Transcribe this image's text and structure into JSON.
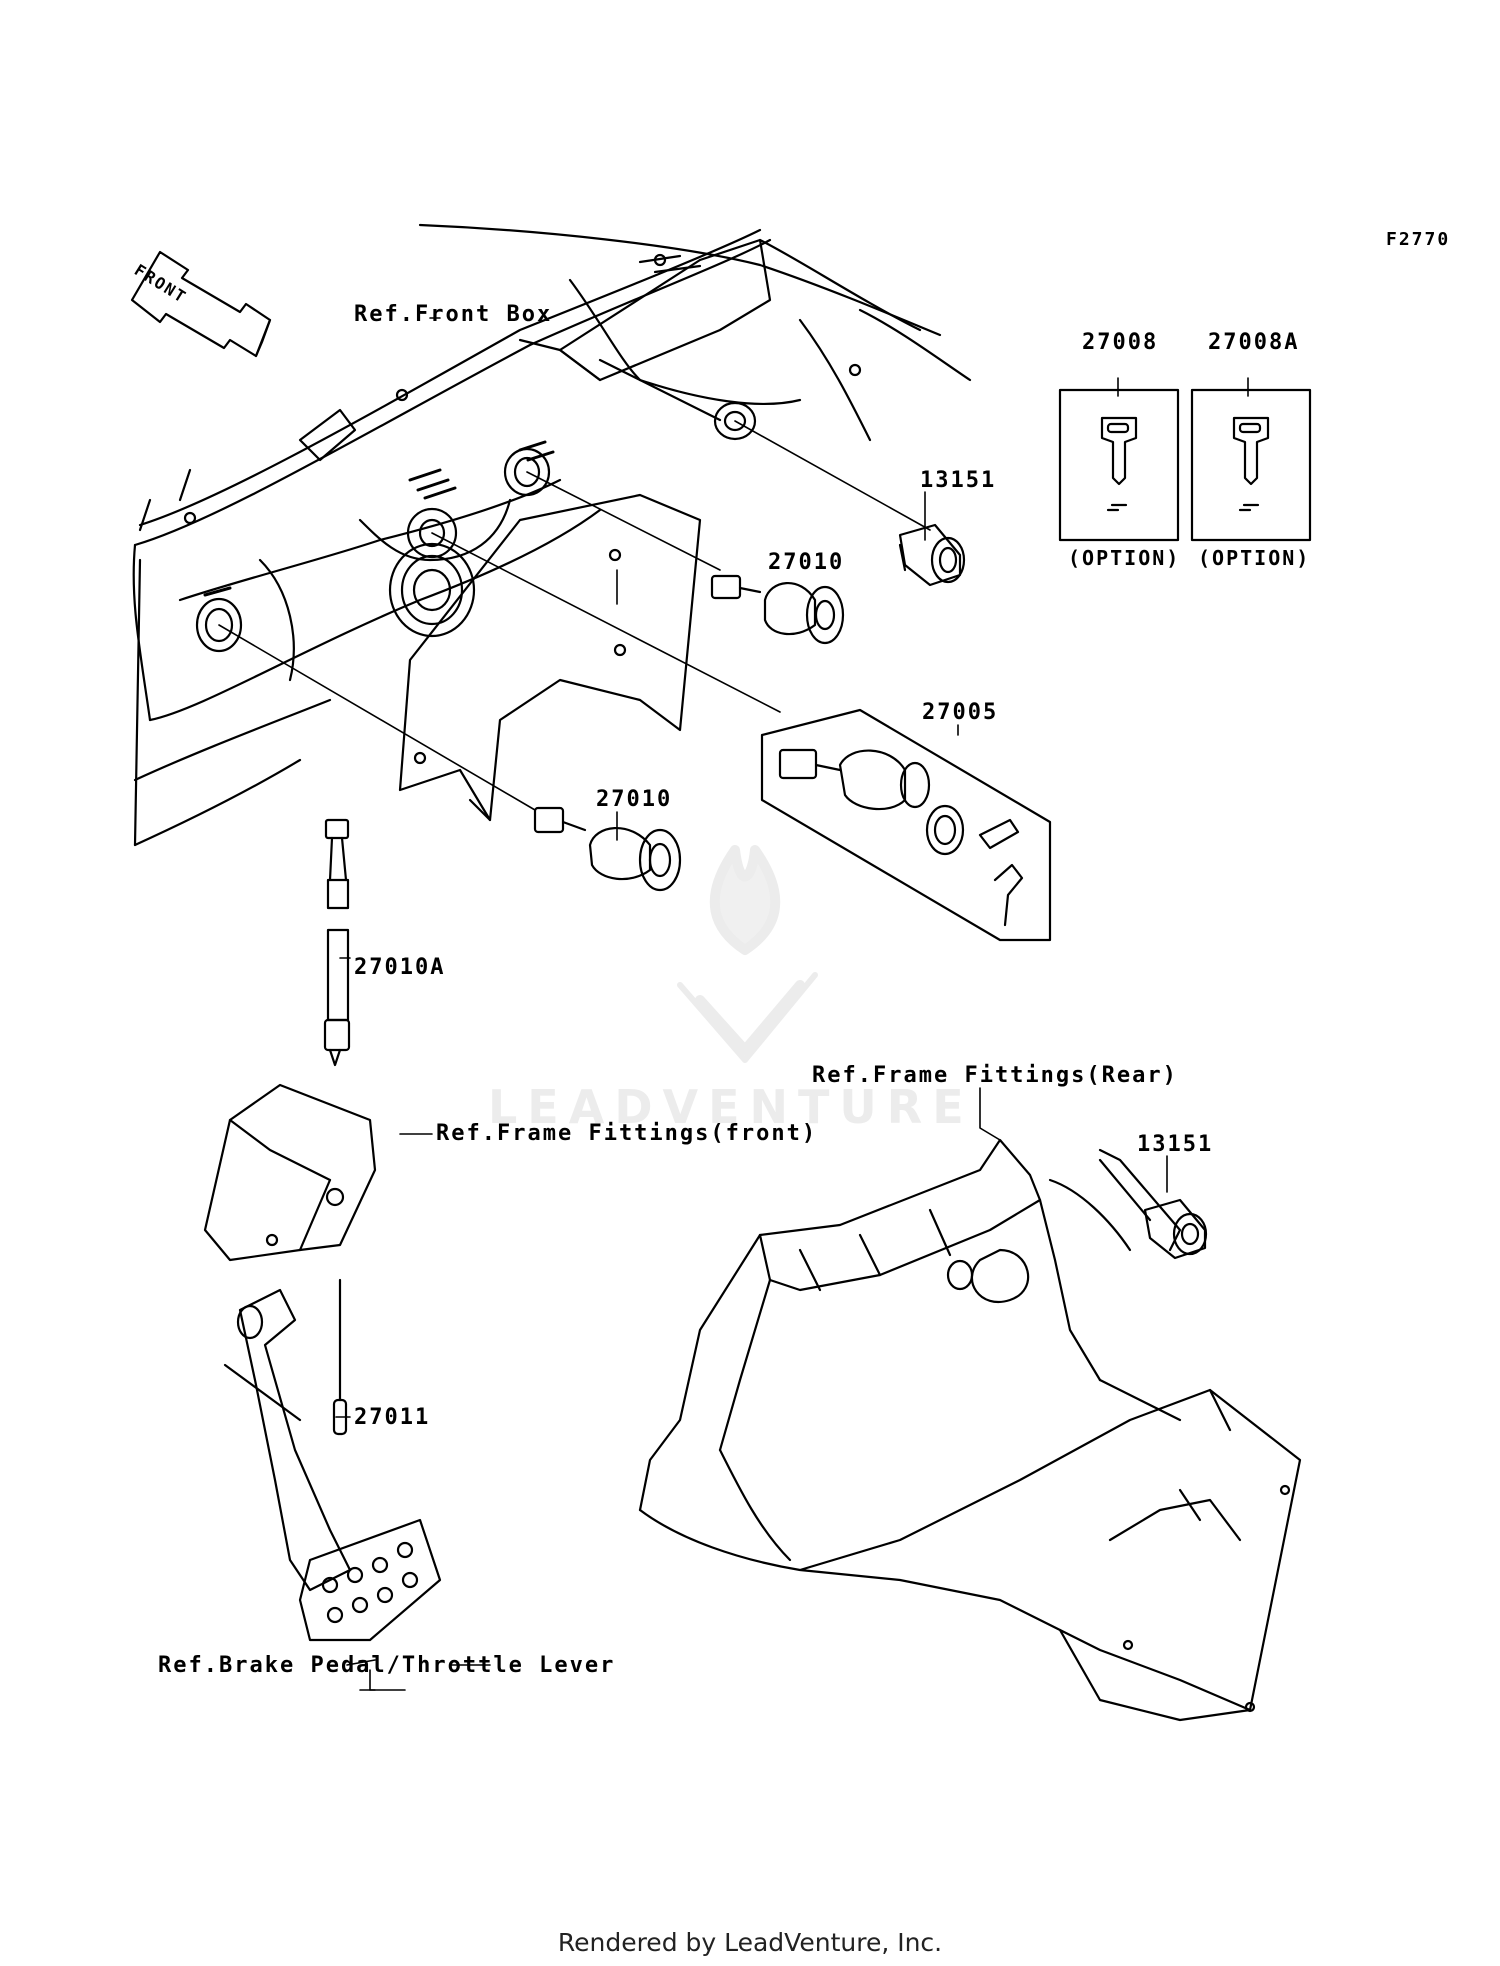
{
  "figure_code": "F2770",
  "labels": {
    "front_arrow": "FRONT",
    "ref_front_box": "Ref.Front Box",
    "part_27008": "27008",
    "part_27008A": "27008A",
    "option_1": "(OPTION)",
    "option_2": "(OPTION)",
    "part_13151_top": "13151",
    "part_27010_upper": "27010",
    "part_27005": "27005",
    "part_27010_lower": "27010",
    "part_27010A": "27010A",
    "ref_frame_front": "Ref.Frame Fittings(front)",
    "ref_frame_rear": "Ref.Frame Fittings(Rear)",
    "part_13151_bottom": "13151",
    "part_27011": "27011",
    "ref_brake_pedal": "Ref.Brake Pedal/Throttle Lever"
  },
  "watermark": "LEADVENTURE",
  "footer": "Rendered by LeadVenture, Inc."
}
